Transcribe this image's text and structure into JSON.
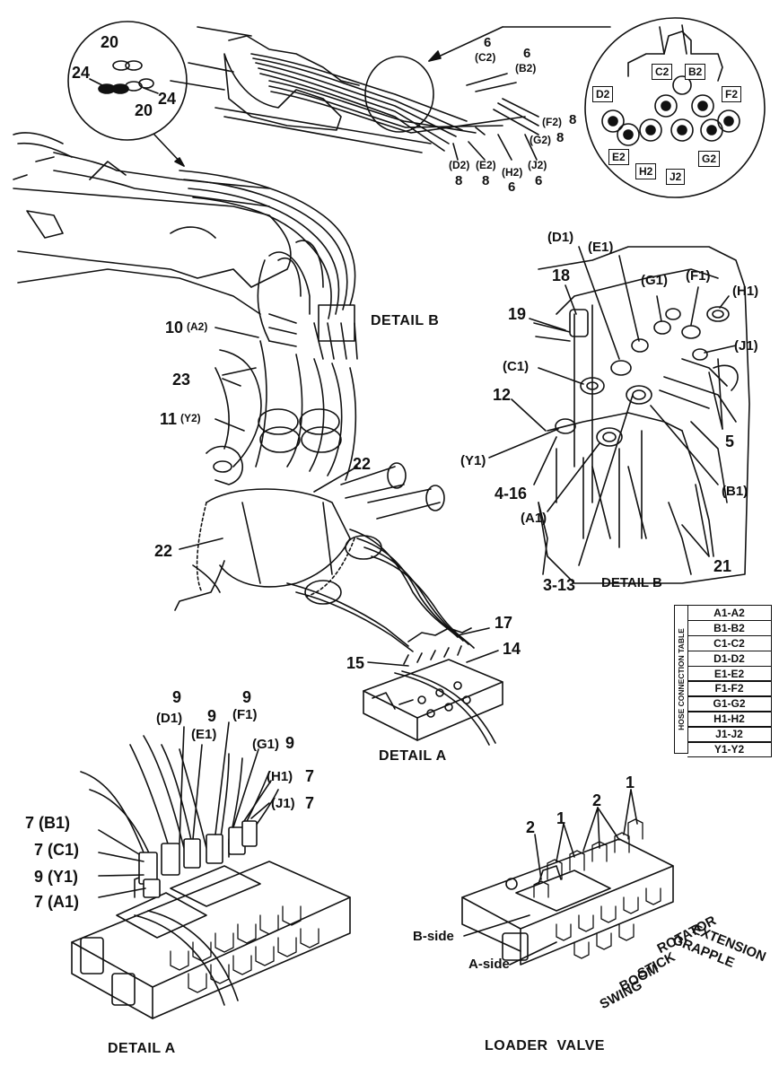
{
  "callouts": {
    "c20a": "20",
    "c24a": "24",
    "c20b": "20",
    "c24b": "24",
    "c6a": "6",
    "c6a_sub": "(C2)",
    "c6b": "6",
    "c6b_sub": "(B2)",
    "c8_f2": "8",
    "c8_f2_sub": "(F2)",
    "c8_g2": "8",
    "c8_g2_sub": "(G2)",
    "c8_d2": "8",
    "c8_d2_sub": "(D2)",
    "c8_e2": "8",
    "c8_e2_sub": "(E2)",
    "c6_h2": "6",
    "c6_h2_sub": "(H2)",
    "c6_j2": "6",
    "c6_j2_sub": "(J2)",
    "c10": "10",
    "c10_sub": "(A2)",
    "c23": "23",
    "c11": "11",
    "c11_sub": "(Y2)",
    "c22a": "22",
    "c22b": "22",
    "c17": "17",
    "c14": "14",
    "c15": "15"
  },
  "circle_labels": [
    "C2",
    "B2",
    "D2",
    "F2",
    "E2",
    "H2",
    "J2",
    "G2"
  ],
  "detail_b": {
    "title": "DETAIL B",
    "caption": "DETAIL B",
    "labels": {
      "d1": "(D1)",
      "e1": "(E1)",
      "g1": "(G1)",
      "f1": "(F1)",
      "h1": "(H1)",
      "n18": "18",
      "n19": "19",
      "j1": "(J1)",
      "c1": "(C1)",
      "n12": "12",
      "n5": "5",
      "y1": "(Y1)",
      "b1": "(B1)",
      "n416": "4-16",
      "a1": "(A1)",
      "n21": "21",
      "n313": "3-13"
    }
  },
  "hose_table": {
    "title": "HOSE CONNECTION TABLE",
    "rows": [
      "A1-A2",
      "B1-B2",
      "C1-C2",
      "D1-D2",
      "E1-E2",
      "F1-F2",
      "G1-G2",
      "H1-H2",
      "J1-J2",
      "Y1-Y2"
    ]
  },
  "detail_a_small": {
    "caption": "DETAIL A"
  },
  "detail_a": {
    "caption": "DETAIL A",
    "labels": {
      "n9a": "9",
      "n9b": "9",
      "n9c": "9",
      "n9d": "9",
      "d1": "(D1)",
      "e1": "(E1)",
      "f1": "(F1)",
      "g1": "(G1)",
      "h1": "(H1)",
      "n7h": "7",
      "j1": "(J1)",
      "n7j": "7",
      "b1": "7 (B1)",
      "c1": "7 (C1)",
      "y1": "9 (Y1)",
      "a1": "7 (A1)"
    }
  },
  "loader_valve": {
    "caption": "LOADER  VALVE",
    "labels": {
      "n1a": "1",
      "n2a": "2",
      "n1b": "1",
      "n2b": "2",
      "bside": "B-side",
      "aside": "A-side"
    },
    "functions": [
      "EXTENSION",
      "GRAPPLE",
      "ROTATOR",
      "STICK",
      "BOOM",
      "SWING"
    ]
  }
}
